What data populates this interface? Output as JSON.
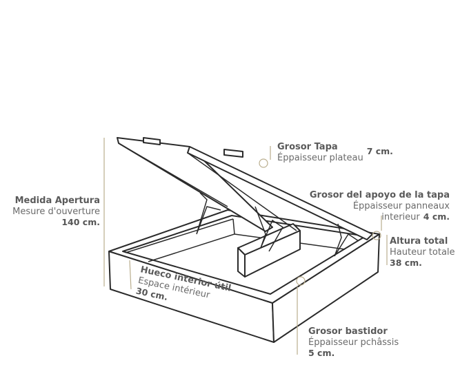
{
  "labels": {
    "opening": {
      "title": "Medida Apertura",
      "subtitle": "Mesure d'ouverture",
      "value": "140 cm."
    },
    "lid_thickness": {
      "title": "Grosor Tapa",
      "subtitle": "Éppaisseur plateau",
      "value": "7 cm."
    },
    "lid_support": {
      "title": "Grosor del apoyo de la tapa",
      "subtitle": "Éppaisseur panneaux",
      "subtitle2": "interieur",
      "value": "4 cm."
    },
    "total_height": {
      "title": "Altura total",
      "subtitle": "Hauteur totale",
      "value": "38 cm."
    },
    "interior_space": {
      "title": "Hueco interior útil",
      "subtitle": "Espace intérieur",
      "value": "30 cm."
    },
    "frame_thickness": {
      "title": "Grosor bastidor",
      "subtitle": "Éppaisseur pchâssis",
      "value": "5 cm."
    }
  },
  "colors": {
    "accent_line": "#b9ad8d",
    "text": "#5a5a5a",
    "stroke": "#2a2a2a"
  }
}
